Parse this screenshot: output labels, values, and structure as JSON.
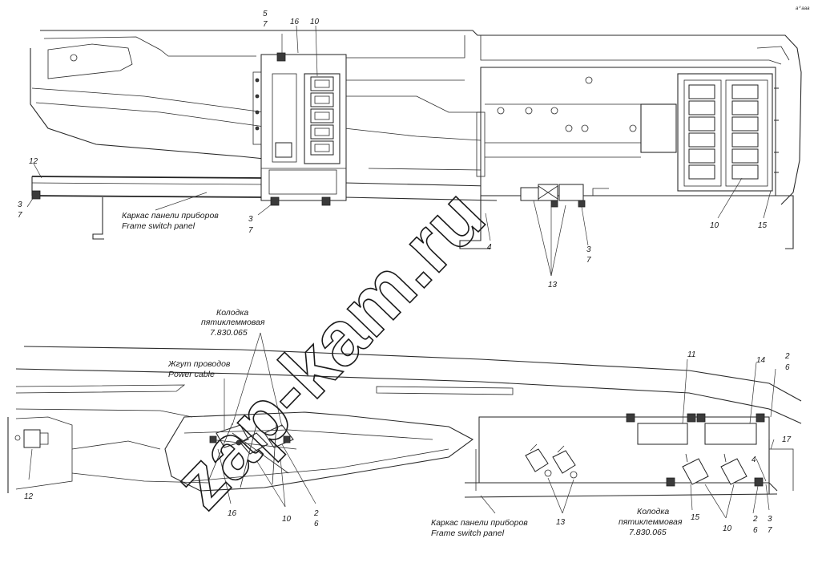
{
  "corner_mark": "а⁰ ааа",
  "watermark": "zap-kam.ru",
  "top_view": {
    "callouts": {
      "c5": "5",
      "c7_top": "7",
      "c16": "16",
      "c10_top": "10",
      "c12": "12",
      "c3_left": "3",
      "c7_left": "7",
      "c3_mid": "3",
      "c7_mid": "7",
      "c4": "4",
      "c3_right": "3",
      "c7_right": "7",
      "c13": "13",
      "c10_right": "10",
      "c15": "15"
    },
    "frame_label_ru": "Каркас панели приборов",
    "frame_label_en": "Frame switch panel"
  },
  "bottom_view": {
    "connector_top_ru_1": "Колодка",
    "connector_top_ru_2": "пятиклеммовая",
    "connector_top_code": "7.830.065",
    "harness_ru": "Жгут проводов",
    "harness_en": "Power cable",
    "callouts": {
      "c11": "11",
      "c14": "14",
      "c2_top": "2",
      "c6_top": "6",
      "c17": "17",
      "c4": "4",
      "c12": "12",
      "c16": "16",
      "c10_left": "10",
      "c2_left": "2",
      "c6_left": "6",
      "c13": "13",
      "c15": "15",
      "c10_right": "10",
      "c2_right": "2",
      "c6_right": "6",
      "c3": "3",
      "c7": "7"
    },
    "frame_label_ru": "Каркас панели приборов",
    "frame_label_en": "Frame switch panel",
    "connector_bottom_ru_1": "Колодка",
    "connector_bottom_ru_2": "пятиклеммовая",
    "connector_bottom_code": "7.830.065"
  }
}
